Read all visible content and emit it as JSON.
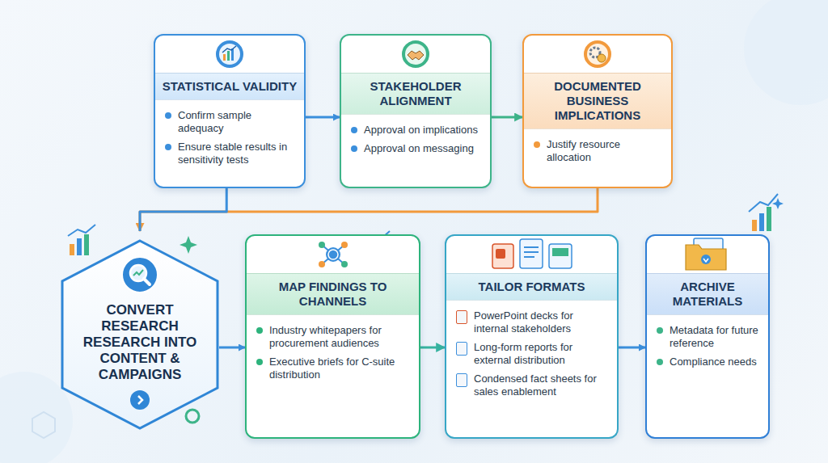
{
  "diagram": {
    "nodes": [
      {
        "text": [
          "STATISTICAL VALIDITY",
          "Confirm sample adequacy",
          "Ensure stable results in sensitivity tests"
        ]
      },
      {
        "text": [
          "STAKEHOLDER ALIGNMENT",
          "Approval on implications",
          "Approval on messaging"
        ]
      },
      {
        "text": [
          "DOCUMENTED BUSINESS IMPLICATIONS",
          "Justify resource allocation"
        ]
      },
      {
        "text": [
          "CONVERT RESEARCH RESEARCH INTO CONTENT & CAMPAIGNS"
        ]
      },
      {
        "text": [
          "MAP FINDINGS TO CHANNELS",
          "Industry whitepapers for procurement audiences",
          "Executive briefs for C-suite distribution"
        ]
      },
      {
        "text": [
          "TAILOR FORMATS",
          "PowerPoint decks for internal stakeholders",
          "Long-form reports for external distribution",
          "Condensed fact sheets for sales enablement"
        ]
      },
      {
        "text": [
          "ARCHIVE MATERIALS",
          "Metadata for future reference",
          "Compliance needs"
        ]
      }
    ],
    "edges": [
      {
        "from": 0,
        "to": 1,
        "arrow": "to"
      },
      {
        "from": 1,
        "to": 2,
        "arrow": "to"
      },
      {
        "from": 0,
        "to": 3,
        "arrow": "none"
      },
      {
        "from": 2,
        "to": 3,
        "arrow": "to"
      },
      {
        "from": 3,
        "to": 4,
        "arrow": "to"
      },
      {
        "from": 4,
        "to": 5,
        "arrow": "to"
      },
      {
        "from": 5,
        "to": 6,
        "arrow": "to"
      }
    ]
  }
}
